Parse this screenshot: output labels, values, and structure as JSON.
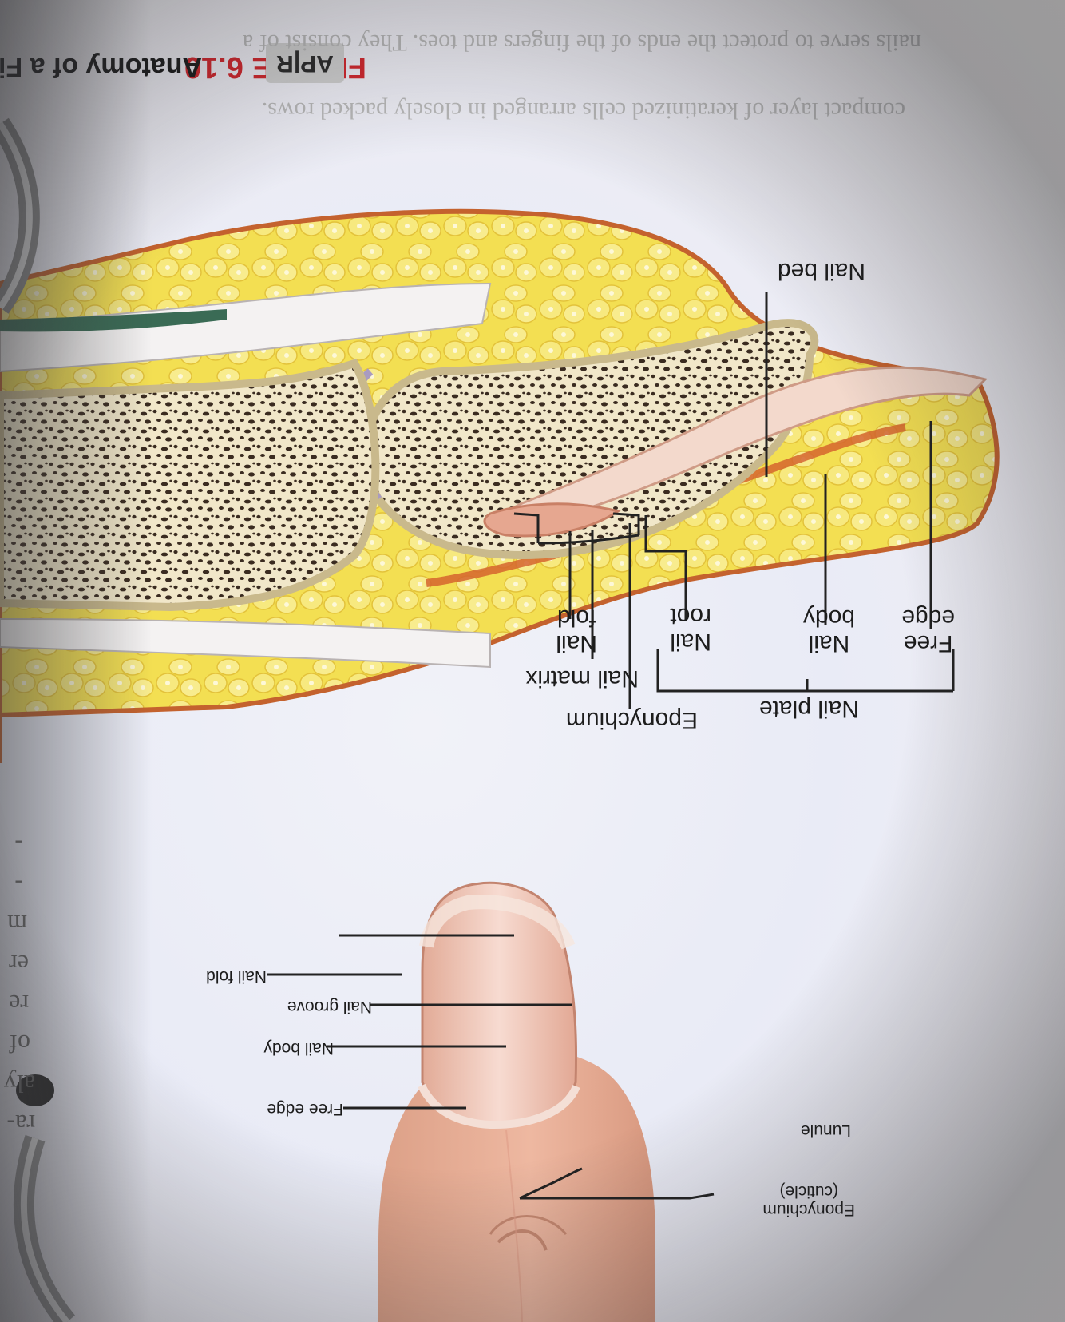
{
  "figure": {
    "number": "FIGURE 6.10",
    "title": "Anatomy of a Fingernail.",
    "badge": "AP|R"
  },
  "section_labels": {
    "nail_matrix": "Nail matrix",
    "nail_bed": "Nail bed",
    "nail_fold": [
      "Nail",
      "fold"
    ],
    "nail_root": [
      "Nail",
      "root"
    ],
    "nail_body": [
      "Nail",
      "body"
    ],
    "free_edge": [
      "Free",
      "edge"
    ],
    "nail_plate": "Nail plate",
    "eponychium": "Eponychium"
  },
  "surface_labels": {
    "eponychium": [
      "Eponychium",
      "(cuticle)"
    ],
    "lunule": "Lunule",
    "nail_fold": "Nail fold",
    "nail_groove": "Nail groove",
    "nail_body": "Nail body",
    "free_edge": "Free edge"
  },
  "margin_text": {
    "fold_line_1": "nails serve to protect the ends of the fingers and toes. They consist of a",
    "fold_line_2": "compact layer of keratinized cells arranged in closely packed rows.",
    "side": [
      "ra-",
      "aly",
      "of",
      "re",
      "er",
      "m",
      "-",
      "-"
    ]
  },
  "colors": {
    "fat": "#f3df52",
    "bone_marrow": "#3a2b20",
    "bone": "#f1e7c9",
    "skin": "#e9ad93",
    "nail": "#f4d3c8",
    "figure_red": "#d2262c",
    "background": "#e9ebf6"
  }
}
